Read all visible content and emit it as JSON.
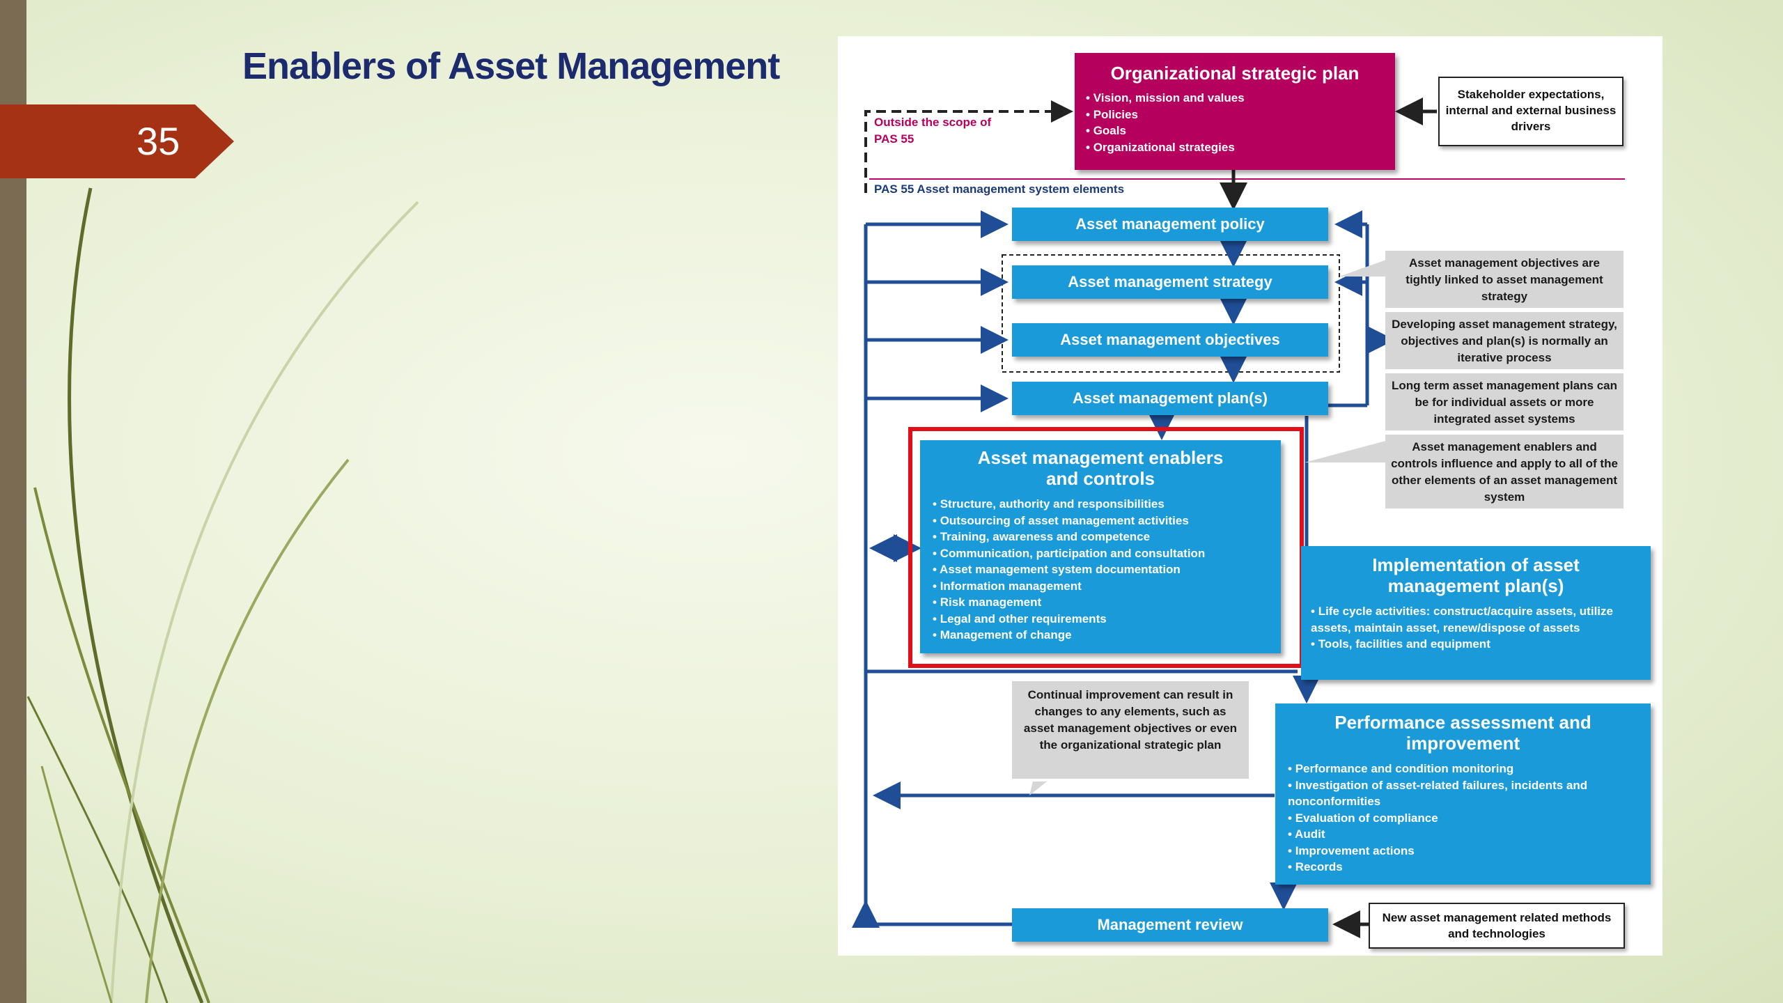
{
  "slide": {
    "number": "35",
    "title": "Enablers of Asset Management"
  },
  "colors": {
    "slide_number_tab": "#a63216",
    "title": "#1c2a6e",
    "left_bar": "#7b6b52",
    "diagram_blue": "#1a9ad9",
    "diagram_magenta": "#b5005e",
    "arrow_navy": "#1f4e96",
    "highlight_red": "#e0101a"
  },
  "diagram": {
    "strategic_plan": {
      "title": "Organizational strategic plan",
      "items": [
        "Vision, mission and values",
        "Policies",
        "Goals",
        "Organizational strategies"
      ]
    },
    "stakeholder_box": "Stakeholder expectations, internal and external business drivers",
    "outside_scope_label": "Outside the scope of PAS 55",
    "system_elements_label": "PAS 55 Asset management system elements",
    "policy": "Asset management policy",
    "strategy": "Asset management strategy",
    "objectives": "Asset management objectives",
    "plans": "Asset management plan(s)",
    "enablers": {
      "title": "Asset management enablers and controls",
      "items": [
        "Structure, authority and responsibilities",
        "Outsourcing of asset management activities",
        "Training, awareness and competence",
        "Communication, participation and consultation",
        "Asset management system documentation",
        "Information management",
        "Risk management",
        "Legal and other requirements",
        "Management of change"
      ]
    },
    "implementation": {
      "title": "Implementation of asset management plan(s)",
      "items": [
        "Life cycle activities: construct/acquire assets, utilize assets, maintain asset, renew/dispose of assets",
        "Tools, facilities and equipment"
      ]
    },
    "performance": {
      "title": "Performance assessment and improvement",
      "items": [
        "Performance and condition monitoring",
        "Investigation of asset-related failures, incidents and nonconformities",
        "Evaluation of compliance",
        "Audit",
        "Improvement actions",
        "Records"
      ]
    },
    "management_review": "Management review",
    "new_methods_box": "New asset management related methods and technologies",
    "callouts": {
      "objectives_linked": "Asset management objectives are tightly linked to asset management strategy",
      "iterative": "Developing asset management strategy, objectives and plan(s) is normally an iterative process",
      "long_term": "Long term asset management plans can be for individual assets or more integrated asset systems",
      "enablers_apply": "Asset management enablers and controls influence and apply to all of the other elements of an asset management system",
      "continual_improvement": "Continual improvement can result in changes to any elements, such as asset management objectives or even the organizational strategic plan"
    }
  }
}
